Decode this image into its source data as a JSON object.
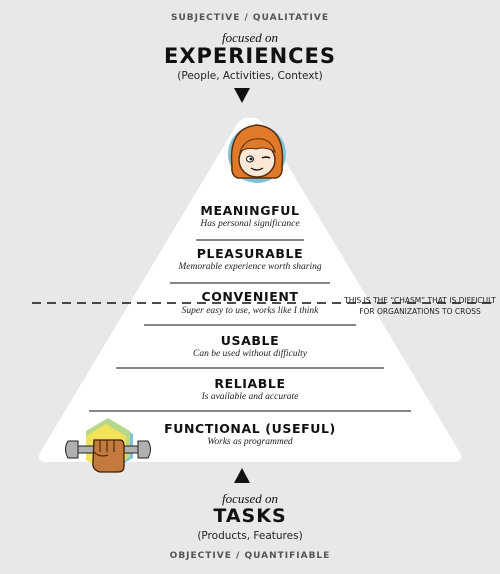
{
  "top": {
    "axis_label": "SUBJECTIVE / QUALITATIVE",
    "focused_on": "focused on",
    "heading": "EXPERIENCES",
    "detail": "(People, Activities, Context)"
  },
  "bottom": {
    "axis_label": "OBJECTIVE / QUANTIFIABLE",
    "focused_on": "focused on",
    "heading": "TASKS",
    "detail": "(Products, Features)"
  },
  "tiers": [
    {
      "title": "MEANINGFUL",
      "subtitle": "Has personal significance"
    },
    {
      "title": "PLEASURABLE",
      "subtitle": "Memorable experience worth sharing"
    },
    {
      "title": "CONVENIENT",
      "subtitle": "Super easy to use, works like I think"
    },
    {
      "title": "USABLE",
      "subtitle": "Can be used without difficulty"
    },
    {
      "title": "RELIABLE",
      "subtitle": "Is available and accurate"
    },
    {
      "title": "FUNCTIONAL (USEFUL)",
      "subtitle": "Works as programmed"
    }
  ],
  "chasm": {
    "line1": "THIS IS THE “CHASM” THAT IS DIFFICULT",
    "line2": "FOR ORGANIZATIONS TO CROSS"
  },
  "icons": {
    "top_icon": "girl-face-icon",
    "bottom_icon": "fist-wrench-icon",
    "arrow_down": "arrow-down-icon",
    "arrow_up": "arrow-up-icon"
  },
  "colors": {
    "background": "#e8e8e8",
    "hair": "#e07a2a",
    "badge_blue": "#7fc3d6",
    "badge_yellow": "#f2e15a",
    "badge_green": "#b6d88a"
  }
}
